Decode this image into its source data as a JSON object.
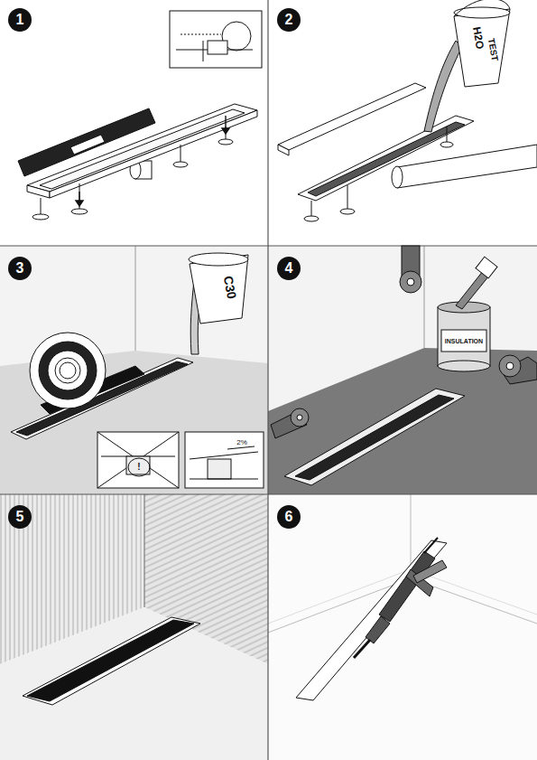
{
  "diagram": {
    "labels": [
      "1",
      "2",
      "3",
      "4",
      "5",
      "6",
      "H2O",
      "TEST",
      "C30",
      "!",
      "2%",
      "INSULATION"
    ]
  }
}
